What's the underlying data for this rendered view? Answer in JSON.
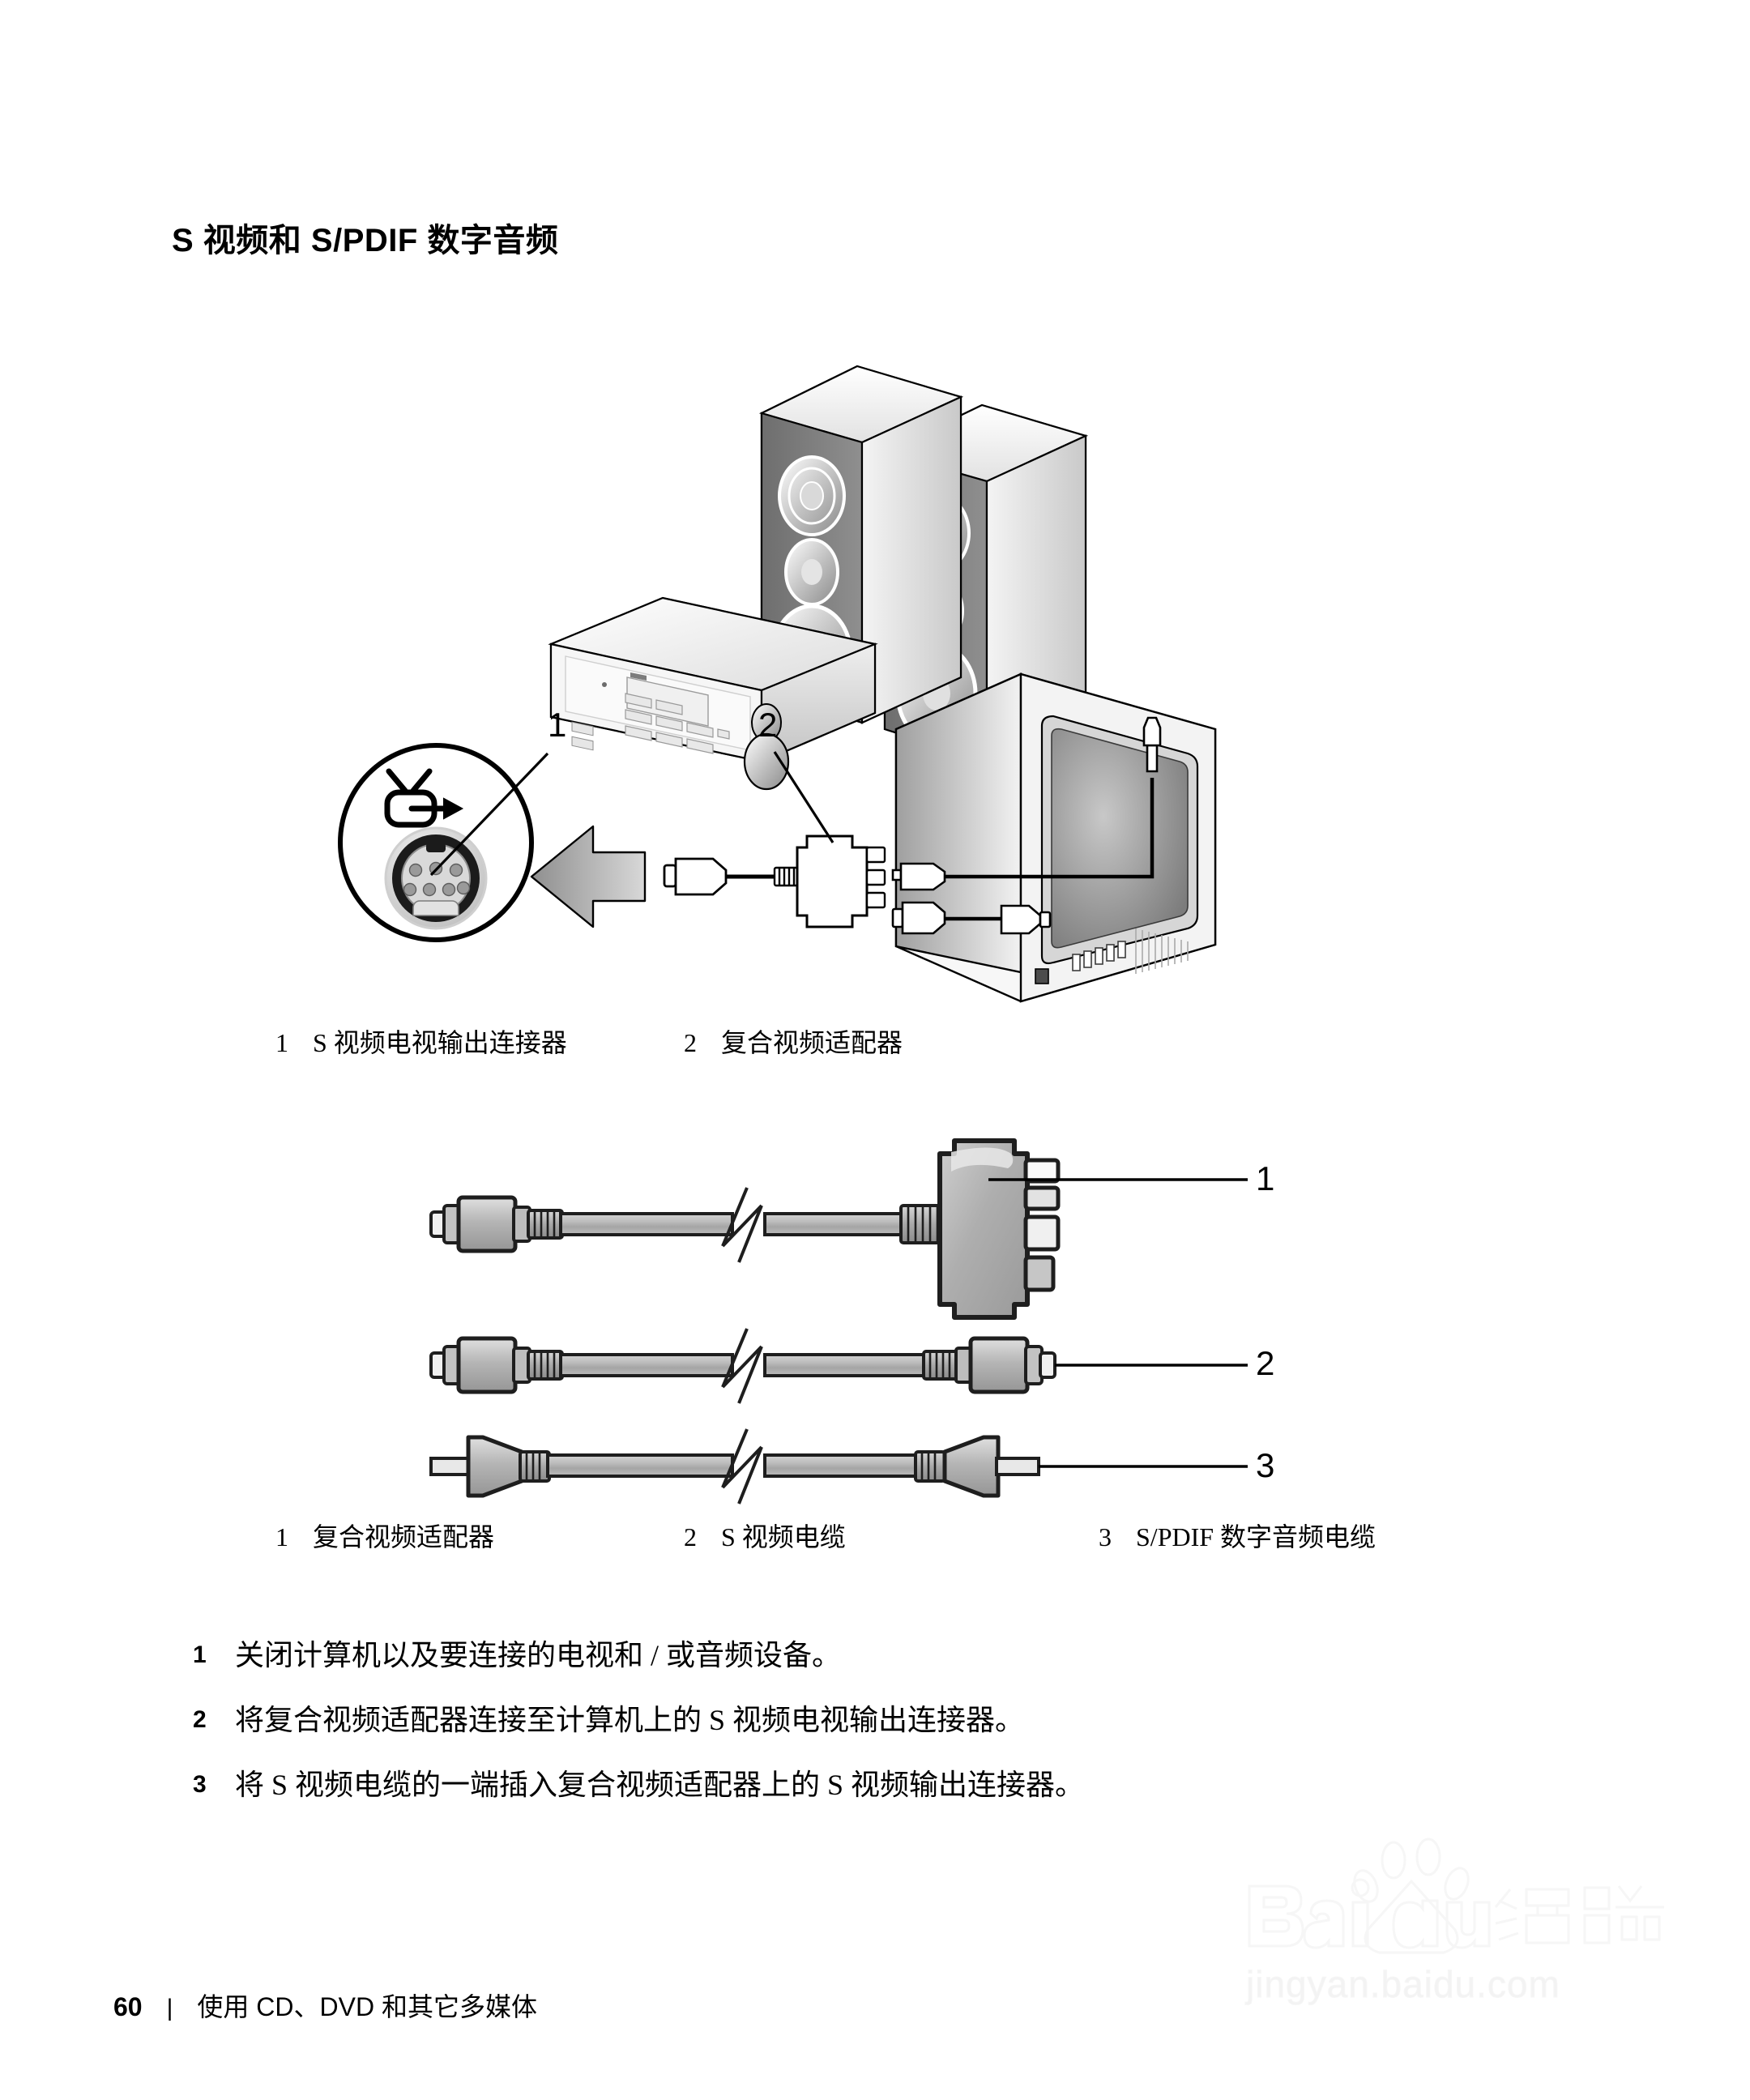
{
  "section": {
    "title": "S 视频和 S/PDIF 数字音频"
  },
  "figure1": {
    "name": "s-video-spdif-connection-diagram",
    "callouts": [
      {
        "num": "1",
        "label": "S 视频电视输出连接器"
      },
      {
        "num": "2",
        "label": "复合视频适配器"
      }
    ],
    "elements": {
      "port_icon": "tv-out-icon",
      "port": "s-video-tv-out-port",
      "arrow": "insert-direction-arrow",
      "adapter": "composite-video-adapter",
      "receiver": "av-receiver",
      "speakers": "speaker-pair",
      "tv": "crt-television"
    }
  },
  "caption1": [
    {
      "num": "1",
      "text": "S 视频电视输出连接器"
    },
    {
      "num": "2",
      "text": "复合视频适配器"
    }
  ],
  "figure2": {
    "name": "cables-and-adapter-diagram",
    "callouts": [
      {
        "num": "1",
        "label": "复合视频适配器"
      },
      {
        "num": "2",
        "label": "S 视频电缆"
      },
      {
        "num": "3",
        "label": "S/PDIF 数字音频电缆"
      }
    ]
  },
  "caption2": [
    {
      "num": "1",
      "text": "复合视频适配器"
    },
    {
      "num": "2",
      "text": "S 视频电缆"
    },
    {
      "num": "3",
      "text": "S/PDIF 数字音频电缆"
    }
  ],
  "steps": [
    {
      "num": "1",
      "text": "关闭计算机以及要连接的电视和 / 或音频设备。"
    },
    {
      "num": "2",
      "text": "将复合视频适配器连接至计算机上的 S 视频电视输出连接器。"
    },
    {
      "num": "3",
      "text": "将 S 视频电缆的一端插入复合视频适配器上的 S 视频输出连接器。"
    }
  ],
  "footer": {
    "page_number": "60",
    "separator": "|",
    "chapter": "使用 CD、DVD 和其它多媒体"
  },
  "watermark": {
    "brand": "Baidu 经验",
    "url": "jingyan.baidu.com"
  },
  "colors": {
    "ink": "#000000",
    "light_gray": "#e8e8e8",
    "mid_gray": "#b8b8b8",
    "dark_gray": "#6e6e6e",
    "screen_gray": "#9a9a9a",
    "watermark_gray": "#c9c9c9"
  }
}
